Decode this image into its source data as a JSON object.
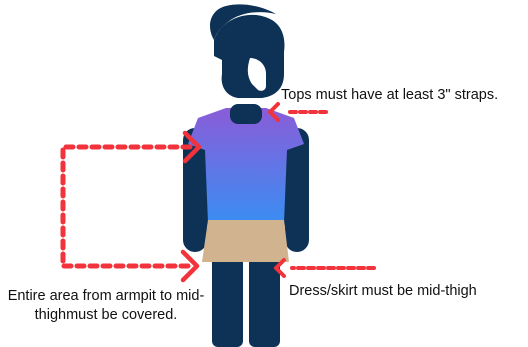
{
  "annotations": {
    "tops": "Tops must have at least 3\" straps.",
    "dress": "Dress/skirt must be mid-thigh",
    "area": "Entire area from armpit to mid-thighmust be covered."
  },
  "colors": {
    "figure": "#0e3256",
    "shirt_top": "#8a5cd8",
    "shirt_bottom": "#3b8df3",
    "skirt": "#d1b48f",
    "arrow": "#f2333b"
  },
  "icons": {
    "head": "spartan-helmet-icon"
  }
}
